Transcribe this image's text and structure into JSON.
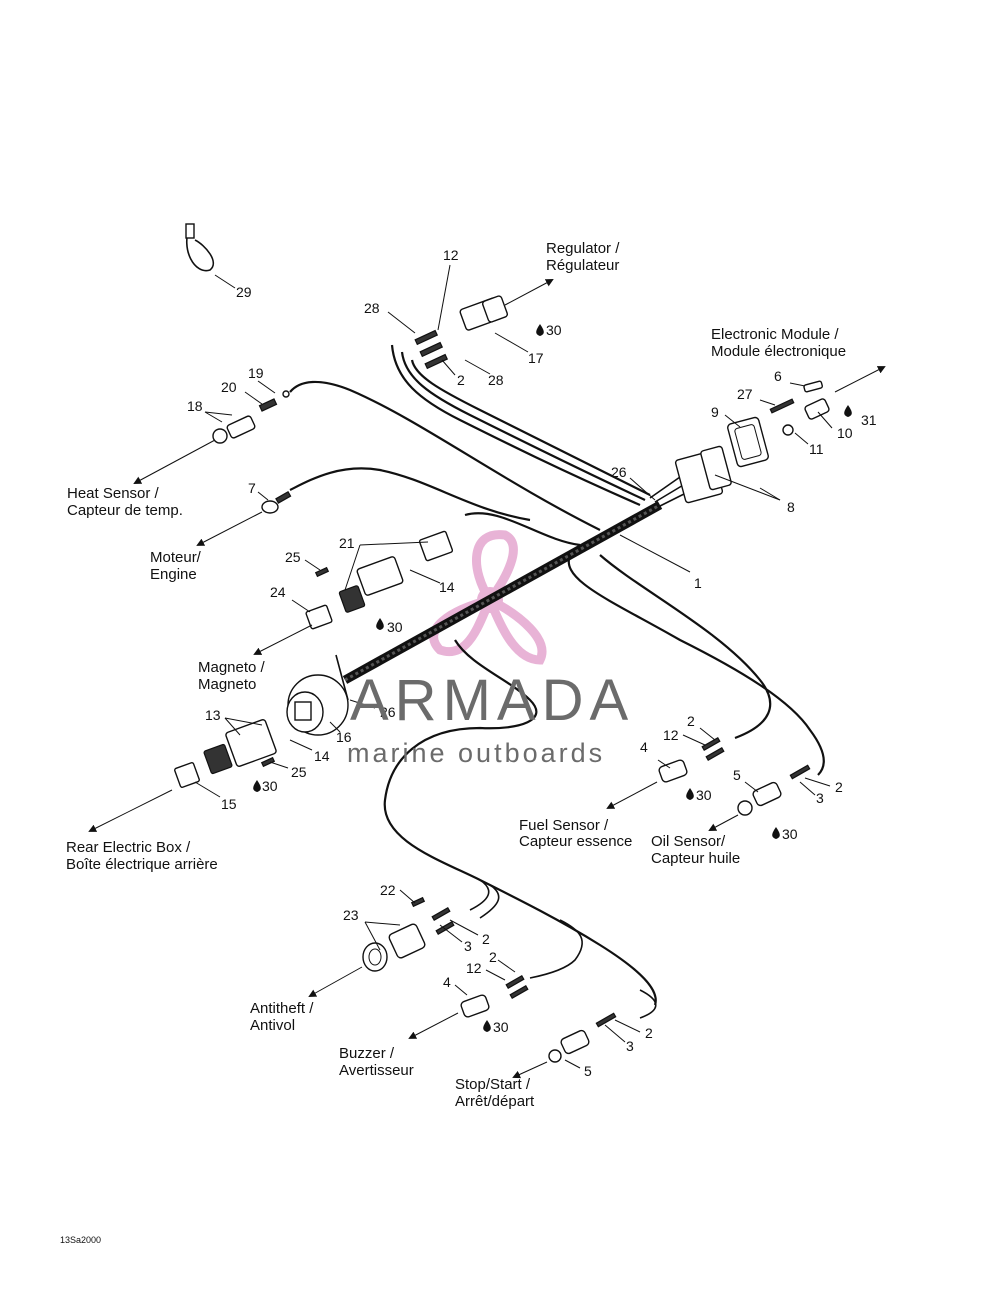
{
  "labels": {
    "regulator_en": "Regulator /",
    "regulator_fr": "Régulateur",
    "module_en": "Electronic Module /",
    "module_fr": "Module électronique",
    "heat_en": "Heat Sensor /",
    "heat_fr": "Capteur de temp.",
    "engine_fr": "Moteur/",
    "engine_en": "Engine",
    "magneto_en": "Magneto /",
    "magneto_fr": "Magneto",
    "rear_en": "Rear Electric Box /",
    "rear_fr": "Boîte électrique arrière",
    "fuel_en": "Fuel Sensor /",
    "fuel_fr": "Capteur essence",
    "oil_en": "Oil Sensor/",
    "oil_fr": "Capteur huile",
    "antitheft_en": "Antitheft /",
    "antitheft_fr": "Antivol",
    "buzzer_en": "Buzzer /",
    "buzzer_fr": "Avertisseur",
    "stop_en": "Stop/Start /",
    "stop_fr": "Arrêt/départ"
  },
  "watermark": {
    "brand": "ARMADA",
    "tagline": "marine outboards",
    "color": "#e4a6cf"
  },
  "drawing_code": "13Sa2000",
  "callouts": {
    "c1": "1",
    "c2a": "2",
    "c2b": "2",
    "c2c": "2",
    "c2d": "2",
    "c2e": "2",
    "c2f": "2",
    "c3a": "3",
    "c3b": "3",
    "c3c": "3",
    "c4a": "4",
    "c4b": "4",
    "c5a": "5",
    "c5b": "5",
    "c6": "6",
    "c7": "7",
    "c8": "8",
    "c9": "9",
    "c10": "10",
    "c11": "11",
    "c12a": "12",
    "c12b": "12",
    "c12c": "12",
    "c13": "13",
    "c14a": "14",
    "c14b": "14",
    "c15": "15",
    "c16": "16",
    "c17": "17",
    "c18": "18",
    "c19": "19",
    "c20": "20",
    "c21": "21",
    "c22": "22",
    "c23": "23",
    "c24": "24",
    "c25a": "25",
    "c25b": "25",
    "c26a": "26",
    "c26b": "26",
    "c27": "27",
    "c28a": "28",
    "c28b": "28",
    "c29": "29",
    "c30a": "30",
    "c30b": "30",
    "c30c": "30",
    "c30d": "30",
    "c30e": "30",
    "c30f": "30",
    "c31": "31"
  }
}
